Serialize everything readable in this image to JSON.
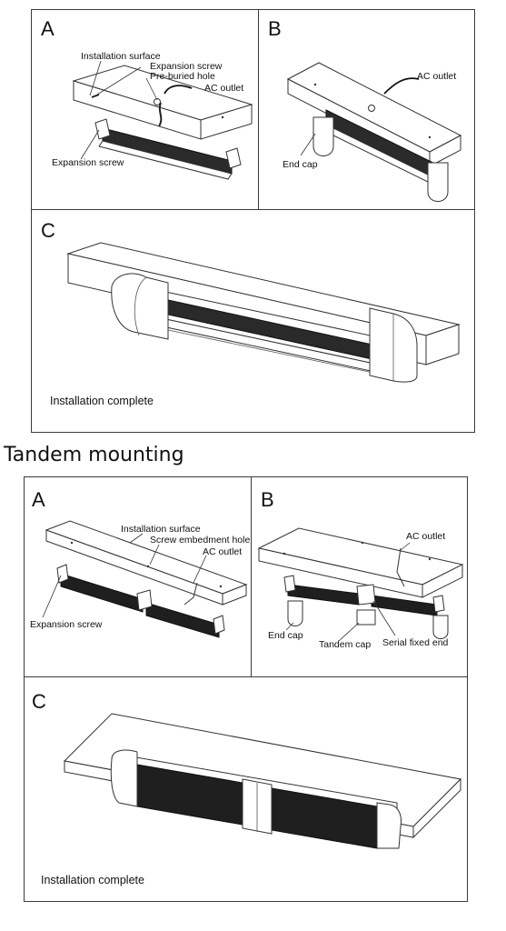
{
  "surface_mounting": {
    "panel_a": {
      "letter": "A",
      "labels": {
        "installation_surface": "Installation surface",
        "expansion_screw_top": "Expansion screw",
        "pre_buried_hole": "Pre-buried hole",
        "ac_outlet": "AC outlet",
        "expansion_screw_bottom": "Expansion screw"
      }
    },
    "panel_b": {
      "letter": "B",
      "labels": {
        "ac_outlet": "AC outlet",
        "end_cap": "End cap"
      }
    },
    "panel_c": {
      "letter": "C",
      "caption": "Installation complete"
    }
  },
  "tandem_heading": "Tandem mounting",
  "tandem_mounting": {
    "panel_a": {
      "letter": "A",
      "labels": {
        "installation_surface": "Installation surface",
        "screw_embedment_hole": "Screw embedment hole",
        "ac_outlet": "AC outlet",
        "expansion_screw": "Expansion screw"
      }
    },
    "panel_b": {
      "letter": "B",
      "labels": {
        "ac_outlet": "AC outlet",
        "end_cap": "End cap",
        "tandem_cap": "Tandem cap",
        "serial_fixed_end": "Serial fixed end"
      }
    },
    "panel_c": {
      "letter": "C",
      "caption": "Installation complete"
    }
  }
}
